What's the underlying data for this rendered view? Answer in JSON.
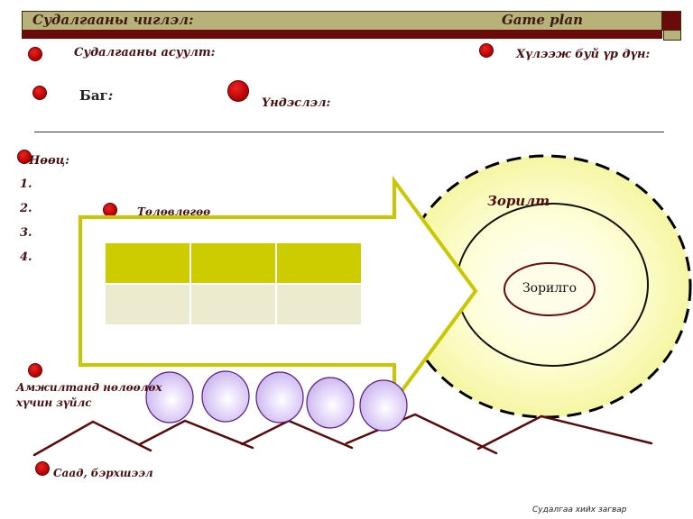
{
  "header": {
    "title_left": "Судалгааны чиглэл:",
    "title_right": "Game plan"
  },
  "labels": {
    "research_question": "Судалгааны асуулт:",
    "expected_result": "Хүлээж буй үр дүн:",
    "team": "Баг",
    "team_colon": ":",
    "rationale": "Үндэслэл:",
    "resources": "Нөөц:",
    "plan": "Төлөвлөгөө",
    "goal": "Зорилт",
    "objective": "Зорилго",
    "success_factors_line1": "Амжилтанд нөлөөлөх",
    "success_factors_line2": "хүчин зүйлс",
    "obstacles": "Саад, бэрхшээл"
  },
  "resources_list": [
    "1.",
    "2.",
    "3.",
    "4."
  ],
  "footer": {
    "caption": "Судалгаа хийх загвар"
  },
  "colors": {
    "header_bg": "#b6b27a",
    "header_stripe": "#6b0a0a",
    "bullet_red": "#cc0000",
    "text_maroon": "#4a0f0f",
    "arrow_outline": "#c8c800",
    "table_header": "#cccc00",
    "table_body": "#ecebcf",
    "target_glow": "#fafab0",
    "bubble_fill": "#d8c8f4",
    "zigzag": "#5a0a0a"
  }
}
